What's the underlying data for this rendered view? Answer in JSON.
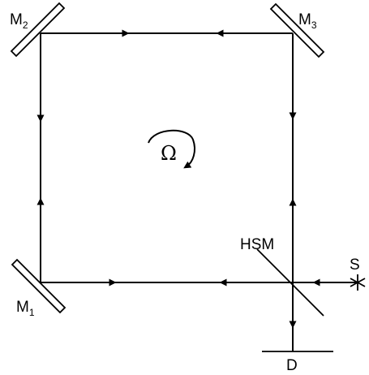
{
  "labels": {
    "m2": {
      "main": "M",
      "sub": "2"
    },
    "m3": {
      "main": "M",
      "sub": "3"
    },
    "m1": {
      "main": "M",
      "sub": "1"
    },
    "hsm": "HSM",
    "source": "S",
    "detector": "D",
    "rotation": "Ω"
  },
  "colors": {
    "line": "#000000",
    "background": "#ffffff"
  }
}
